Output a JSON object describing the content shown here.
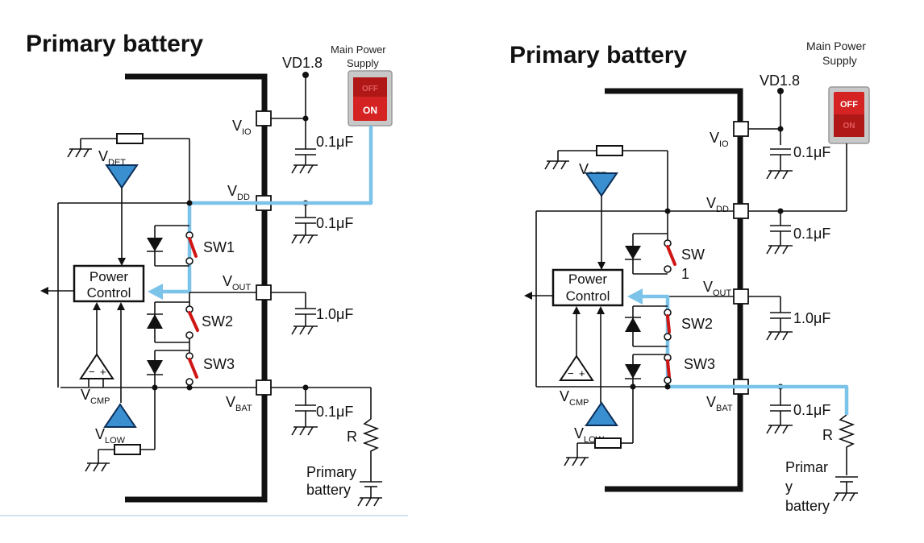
{
  "panels": [
    {
      "title": "Primary battery",
      "supply_label_line1": "Main Power",
      "supply_label_line2": "Supply",
      "switch_off": "OFF",
      "switch_on": "ON",
      "vd_label": "VD1.8",
      "pin_vio": "V",
      "pin_vio_sub": "IO",
      "pin_vdd": "V",
      "pin_vdd_sub": "DD",
      "pin_vout": "V",
      "pin_vout_sub": "OUT",
      "pin_vbat": "V",
      "pin_vbat_sub": "BAT",
      "vdet": "V",
      "vdet_sub": "DET",
      "vcmp": "V",
      "vcmp_sub": "CMP",
      "vlow": "V",
      "vlow_sub": "LOW",
      "cap1": "0.1μF",
      "cap2": "0.1μF",
      "cap3": "1.0μF",
      "cap4": "0.1μF",
      "power_control_1": "Power",
      "power_control_2": "Control",
      "sw1": "SW1",
      "sw2": "SW2",
      "sw3": "SW3",
      "resistor": "R",
      "battery_1": "Primary",
      "battery_2": "battery"
    },
    {
      "title": "Primary battery",
      "supply_label_line1": "Main Power",
      "supply_label_line2": "Supply",
      "switch_off": "OFF",
      "switch_on": "ON",
      "vd_label": "VD1.8",
      "pin_vio": "V",
      "pin_vio_sub": "IO",
      "pin_vdd": "V",
      "pin_vdd_sub": "DD",
      "pin_vout": "V",
      "pin_vout_sub": "OUT",
      "pin_vbat": "V",
      "pin_vbat_sub": "BAT",
      "vdet": "V",
      "vdet_sub": "DET",
      "vcmp": "V",
      "vcmp_sub": "CMP",
      "vlow": "V",
      "vlow_sub": "LOW",
      "cap1": "0.1μF",
      "cap2": "0.1μF",
      "cap3": "1.0μF",
      "cap4": "0.1μF",
      "power_control_1": "Power",
      "power_control_2": "Control",
      "sw1_a": "SW",
      "sw1_b": "1",
      "sw2": "SW2",
      "sw3": "SW3",
      "resistor": "R",
      "battery_1": "Primar",
      "battery_2": "y",
      "battery_3": "battery"
    }
  ],
  "colors": {
    "current_path": "#7cc3ea",
    "switch_red": "#d52222",
    "comparator_blue": "#3a8fd1"
  }
}
